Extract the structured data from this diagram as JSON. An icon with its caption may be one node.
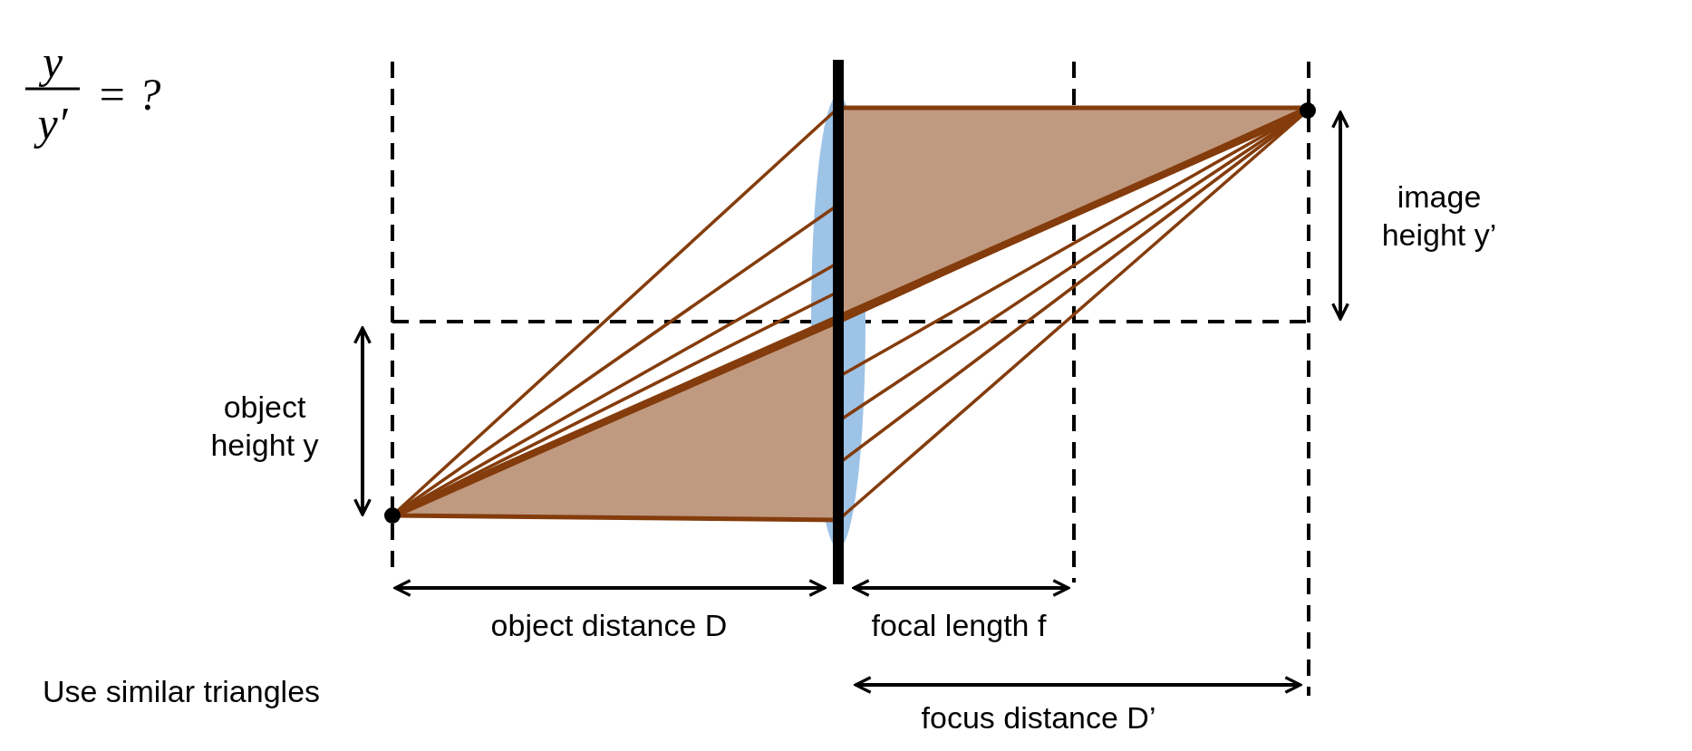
{
  "diagram": {
    "labels": [
      "y",
      "y′",
      "= ?",
      "image height y’",
      "object height y",
      "object distance D",
      "focal length f",
      "focus distance D’",
      "Use similar triangles"
    ]
  }
}
